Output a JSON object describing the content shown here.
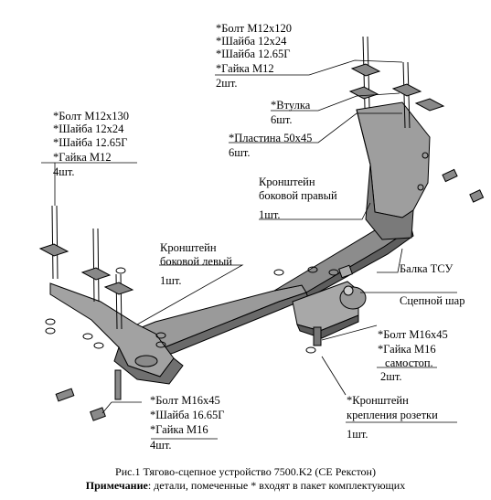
{
  "labels": {
    "bolt_m12x120": [
      "*Болт М12х120",
      "*Шайба 12х24",
      "*Шайба 12.65Г",
      "*Гайка М12",
      "2шт."
    ],
    "bushing": [
      "*Втулка",
      "6шт."
    ],
    "plate": [
      "*Пластина 50х45",
      "6шт."
    ],
    "bolt_m12x130": [
      "*Болт М12х130",
      "*Шайба 12х24",
      "*Шайба 12.65Г",
      "*Гайка М12",
      "4шт."
    ],
    "bracket_right": [
      "Кронштейн",
      "боковой правый",
      "1шт."
    ],
    "bracket_left": [
      "Кронштейн",
      "боковой левый",
      "1шт."
    ],
    "beam": [
      "Балка ТСУ"
    ],
    "ball": [
      "Сцепной шар"
    ],
    "bolt_m16x45_right": [
      "*Болт М16х45",
      "*Гайка М16",
      "самостоп.",
      "2шт."
    ],
    "bolt_m16x45_left": [
      "*Болт М16х45",
      "*Шайба 16.65Г",
      "*Гайка М16",
      "4шт."
    ],
    "socket_bracket": [
      "*Кронштейн",
      "крепления розетки",
      "1шт."
    ]
  },
  "caption": {
    "title": "Рис.1 Тягово-сцепное устройство 7500.K2 (СЕ Рекстон)",
    "note_bold": "Примечание",
    "note_rest": ": детали, помеченные * входят в пакет комплектующих"
  }
}
